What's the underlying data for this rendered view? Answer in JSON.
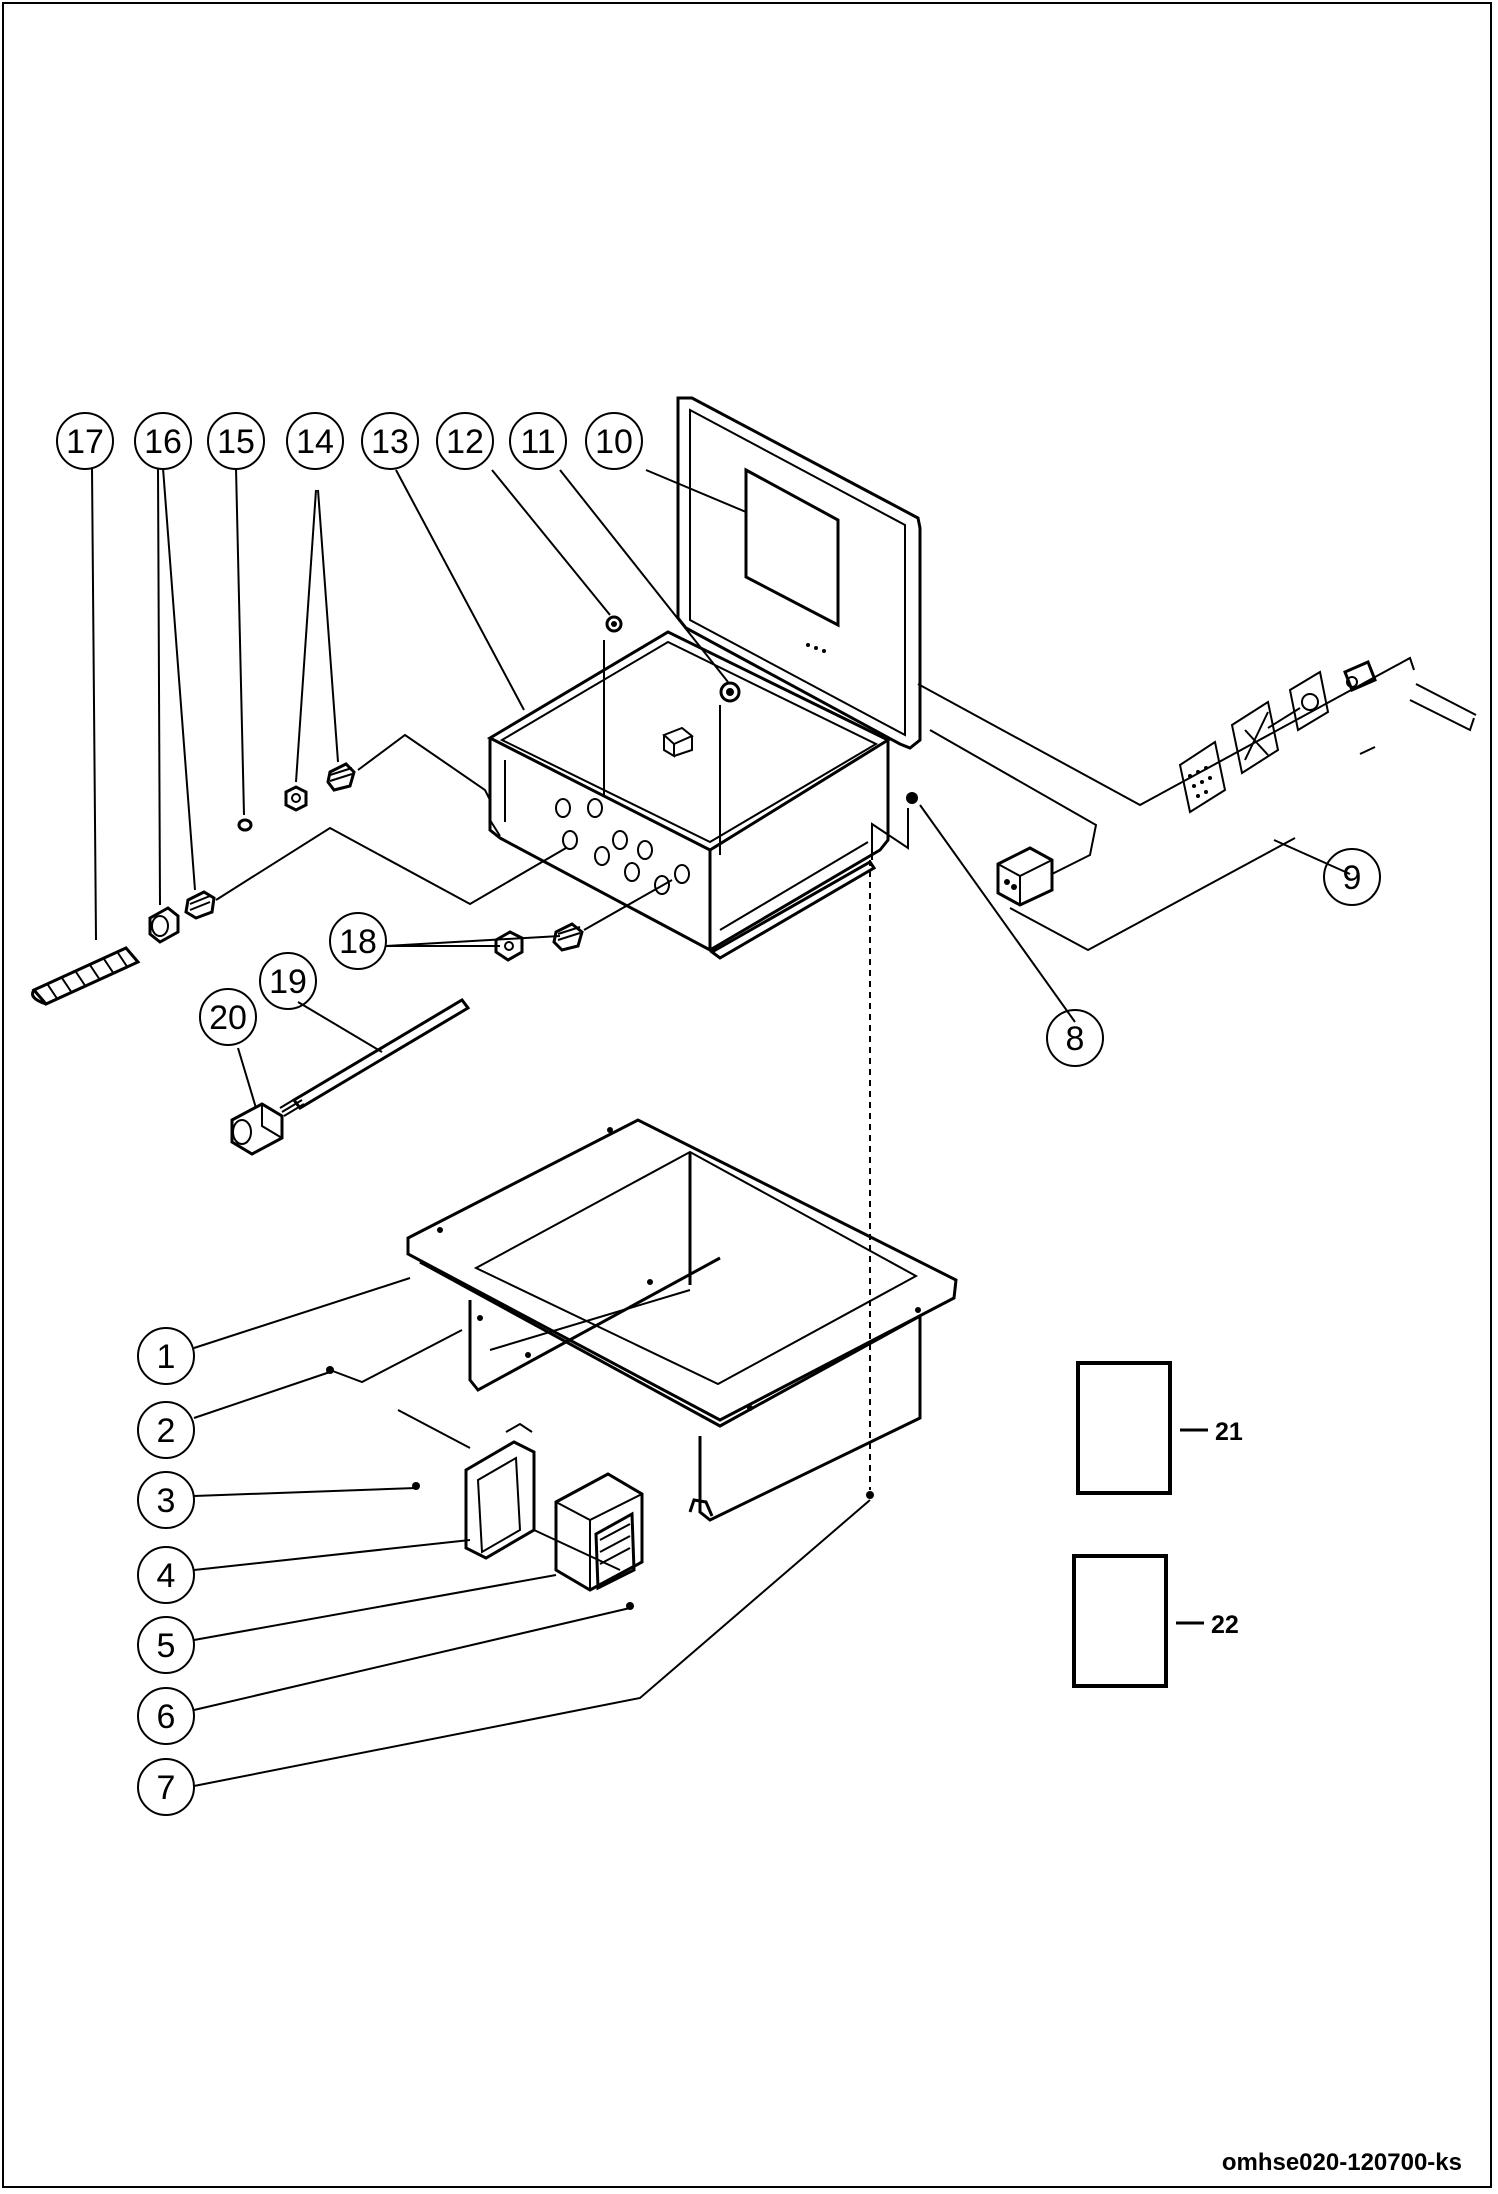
{
  "callouts": [
    {
      "id": "17",
      "label": "17"
    },
    {
      "id": "16",
      "label": "16"
    },
    {
      "id": "15",
      "label": "15"
    },
    {
      "id": "14",
      "label": "14"
    },
    {
      "id": "13",
      "label": "13"
    },
    {
      "id": "12",
      "label": "12"
    },
    {
      "id": "11",
      "label": "11"
    },
    {
      "id": "10",
      "label": "10"
    },
    {
      "id": "9",
      "label": "9"
    },
    {
      "id": "8",
      "label": "8"
    },
    {
      "id": "18",
      "label": "18"
    },
    {
      "id": "19",
      "label": "19"
    },
    {
      "id": "20",
      "label": "20"
    },
    {
      "id": "1",
      "label": "1"
    },
    {
      "id": "2",
      "label": "2"
    },
    {
      "id": "3",
      "label": "3"
    },
    {
      "id": "4",
      "label": "4"
    },
    {
      "id": "5",
      "label": "5"
    },
    {
      "id": "6",
      "label": "6"
    },
    {
      "id": "7",
      "label": "7"
    }
  ],
  "decals": [
    {
      "id": "21",
      "label": "21"
    },
    {
      "id": "22",
      "label": "22"
    }
  ],
  "reference_code": "omhse020-120700-ks"
}
